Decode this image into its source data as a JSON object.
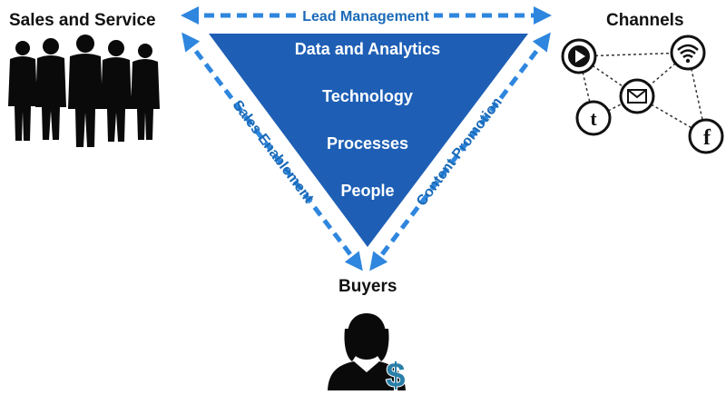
{
  "diagram": {
    "nodes": {
      "sales_service": "Sales and Service",
      "channels": "Channels",
      "buyers": "Buyers"
    },
    "triangle_layers": [
      "Data and Analytics",
      "Technology",
      "Processes",
      "People"
    ],
    "edges": {
      "top": "Lead Management",
      "left": "Sales Enablement",
      "right": "Content Promotion"
    },
    "channel_icons": [
      "play-icon",
      "wifi-icon",
      "email-icon",
      "tumblr-icon",
      "facebook-icon"
    ],
    "colors": {
      "triangle_fill": "#1e5fb5",
      "arrow": "#2e86de",
      "edge_text": "#1a6ab8",
      "silhouette": "#0a0a0a",
      "dollar": "#2a7fa8"
    }
  }
}
